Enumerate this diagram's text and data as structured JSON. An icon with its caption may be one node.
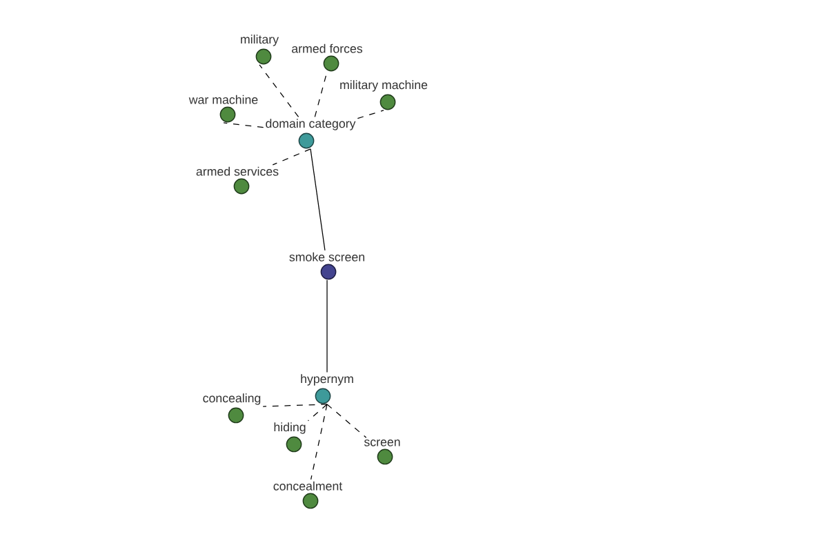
{
  "diagram": {
    "nodes": [
      {
        "text": [
          "military"
        ]
      },
      {
        "text": [
          "armed forces"
        ]
      },
      {
        "text": [
          "military machine"
        ]
      },
      {
        "text": [
          "war machine"
        ]
      },
      {
        "text": [
          "domain category"
        ]
      },
      {
        "text": [
          "armed services"
        ]
      },
      {
        "text": [
          "smoke screen"
        ]
      },
      {
        "text": [
          "hypernym"
        ]
      },
      {
        "text": [
          "concealing"
        ]
      },
      {
        "text": [
          "hiding"
        ]
      },
      {
        "text": [
          "screen"
        ]
      },
      {
        "text": [
          "concealment"
        ]
      }
    ],
    "edges": [
      {
        "from": 4,
        "to": 0,
        "arrow": "none",
        "style": "dashed"
      },
      {
        "from": 4,
        "to": 1,
        "arrow": "none",
        "style": "dashed"
      },
      {
        "from": 4,
        "to": 2,
        "arrow": "none",
        "style": "dashed"
      },
      {
        "from": 4,
        "to": 3,
        "arrow": "none",
        "style": "dashed"
      },
      {
        "from": 4,
        "to": 5,
        "arrow": "none",
        "style": "dashed"
      },
      {
        "from": 6,
        "to": 4,
        "arrow": "none"
      },
      {
        "from": 6,
        "to": 7,
        "arrow": "none"
      },
      {
        "from": 7,
        "to": 8,
        "arrow": "none",
        "style": "dashed"
      },
      {
        "from": 7,
        "to": 9,
        "arrow": "none",
        "style": "dashed"
      },
      {
        "from": 7,
        "to": 10,
        "arrow": "none",
        "style": "dashed"
      },
      {
        "from": 7,
        "to": 11,
        "arrow": "none",
        "style": "dashed"
      }
    ]
  }
}
